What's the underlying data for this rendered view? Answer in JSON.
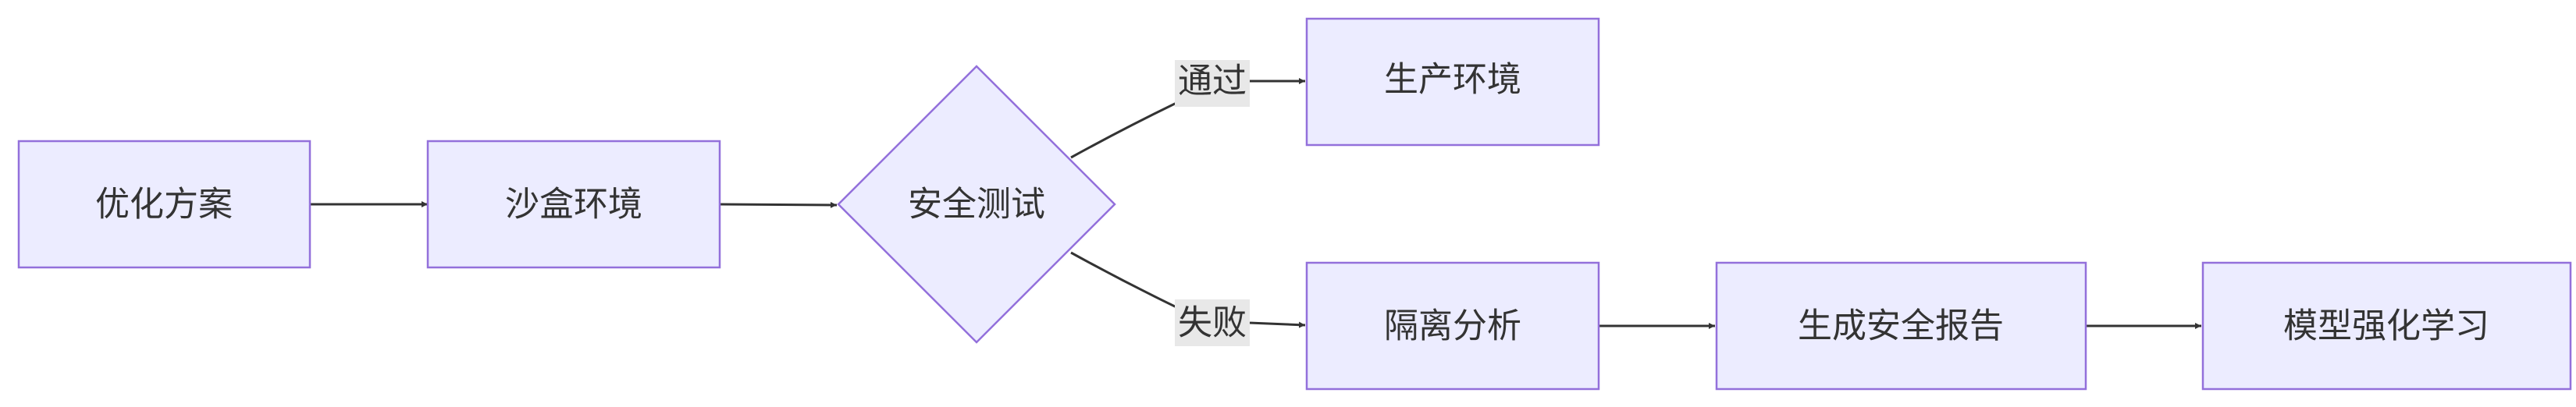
{
  "nodes": {
    "plan": "优化方案",
    "sandbox": "沙盒环境",
    "test": "安全测试",
    "production": "生产环境",
    "isolation": "隔离分析",
    "report": "生成安全报告",
    "reinforce": "模型强化学习"
  },
  "edges": {
    "pass": "通过",
    "fail": "失败"
  },
  "colors": {
    "node_fill": "#ECECFF",
    "node_stroke": "#9370DB",
    "edge_stroke": "#333333",
    "label_bg": "#E8E8E8",
    "text": "#333333"
  }
}
